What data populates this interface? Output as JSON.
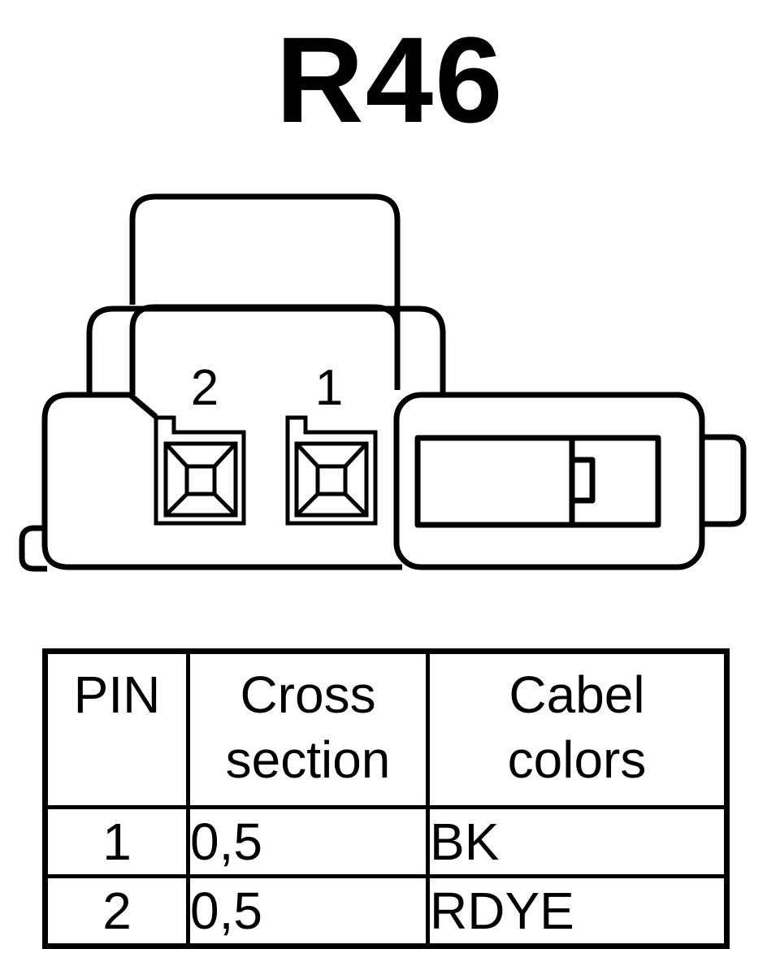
{
  "title": "R46",
  "connector": {
    "pins": [
      {
        "label": "2"
      },
      {
        "label": "1"
      }
    ]
  },
  "table": {
    "headers": [
      "PIN",
      "Cross section",
      "Cabel colors"
    ],
    "header_lines": [
      [
        "PIN"
      ],
      [
        "Cross",
        "section"
      ],
      [
        "Cabel",
        "colors"
      ]
    ],
    "rows": [
      {
        "pin": "1",
        "cross_section": "0,5",
        "color": "BK"
      },
      {
        "pin": "2",
        "cross_section": "0,5",
        "color": "RDYE"
      }
    ]
  }
}
